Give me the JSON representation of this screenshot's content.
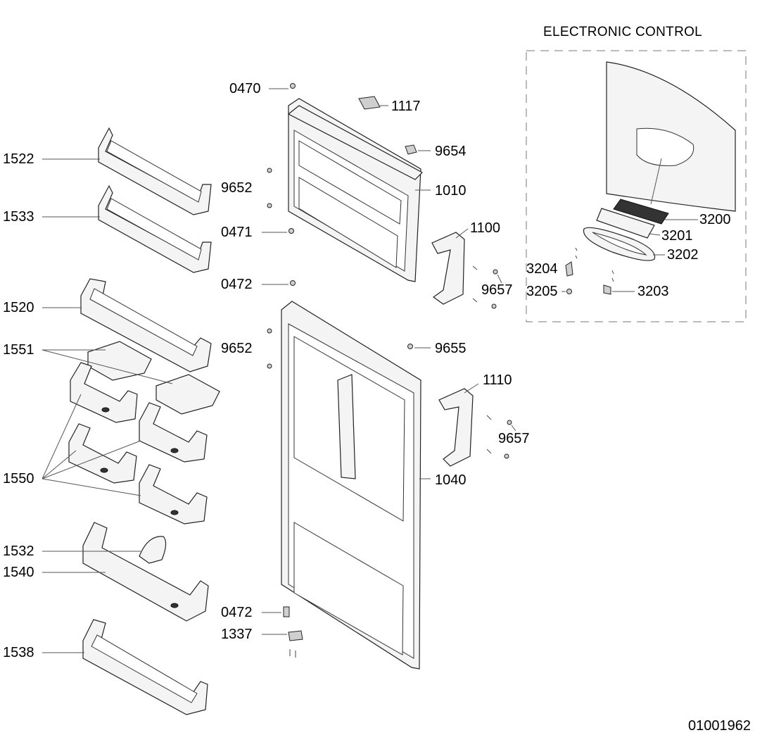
{
  "section_title": "ELECTRONIC CONTROL",
  "document_number": "01001962",
  "labels": {
    "p0470": "0470",
    "p1117": "1117",
    "p9654": "9654",
    "p1010": "1010",
    "p9652a": "9652",
    "p0471": "0471",
    "p1100": "1100",
    "p0472a": "0472",
    "p9657a": "9657",
    "p9652b": "9652",
    "p9655": "9655",
    "p1110": "1110",
    "p9657b": "9657",
    "p1040": "1040",
    "p0472b": "0472",
    "p1337": "1337",
    "p1522": "1522",
    "p1533": "1533",
    "p1520": "1520",
    "p1551": "1551",
    "p1550": "1550",
    "p1532": "1532",
    "p1540": "1540",
    "p1538": "1538",
    "p3200": "3200",
    "p3201": "3201",
    "p3202": "3202",
    "p3204": "3204",
    "p3205": "3205",
    "p3203": "3203"
  }
}
